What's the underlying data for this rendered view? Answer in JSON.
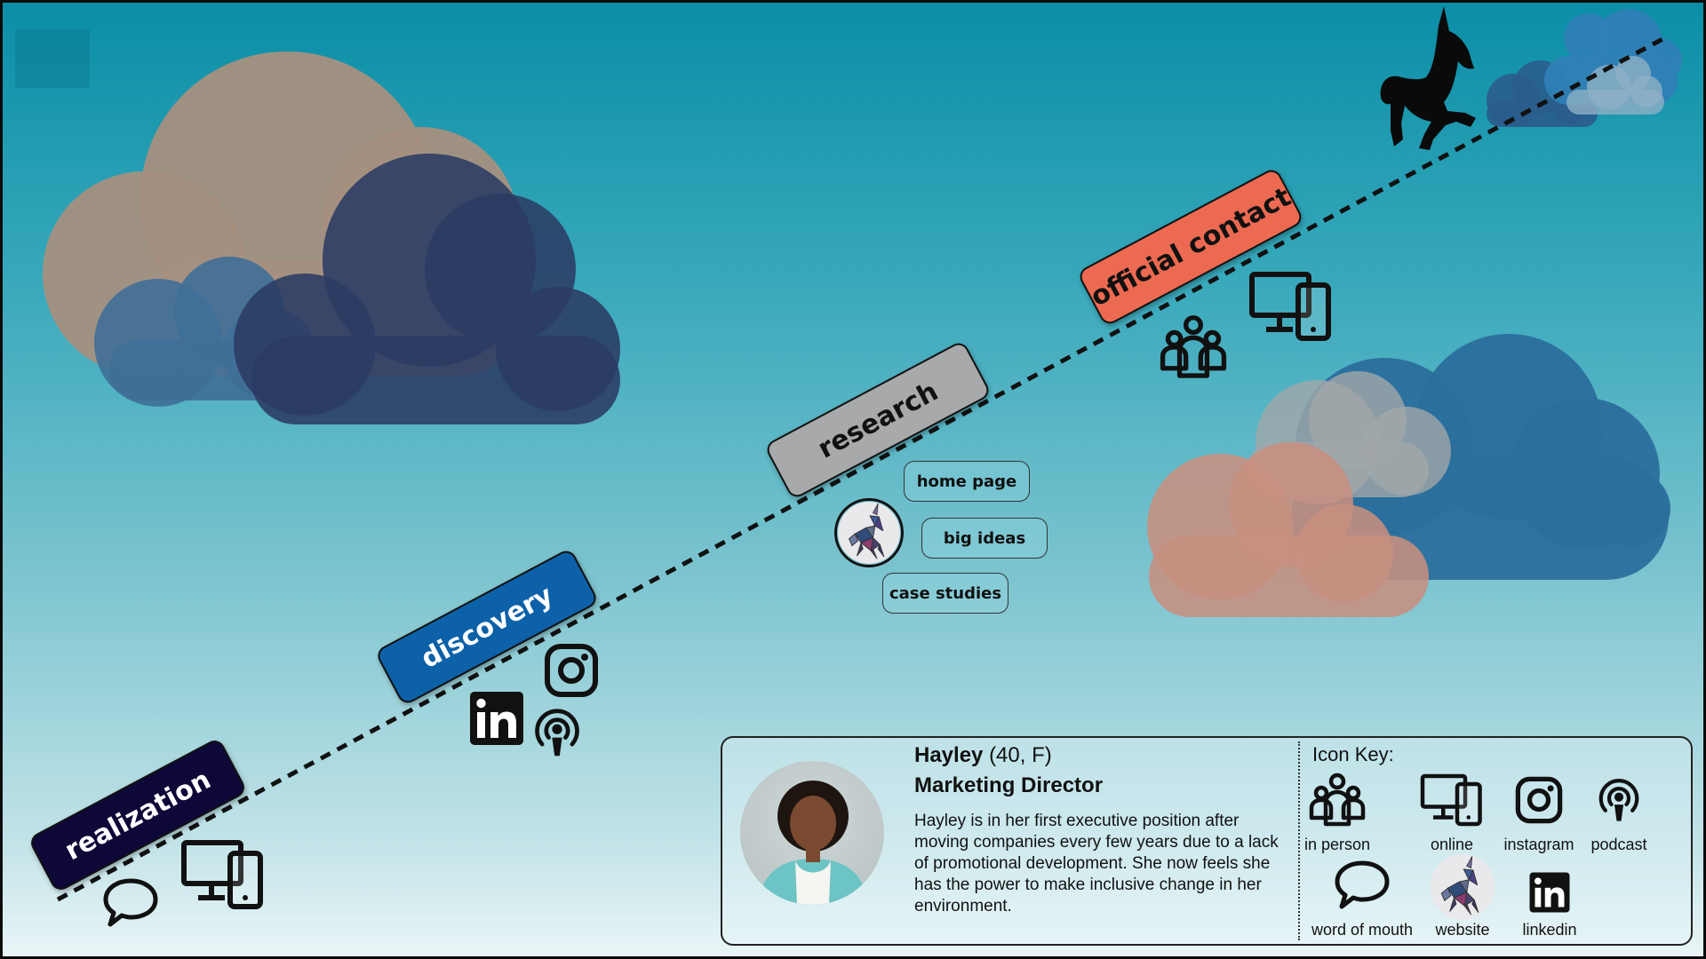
{
  "stages": {
    "realization": {
      "label": "realization",
      "color": "#0d0838"
    },
    "discovery": {
      "label": "discovery",
      "color": "#0c61a8"
    },
    "research": {
      "label": "research",
      "color": "#a8a9ab"
    },
    "official_contact": {
      "label": "official contact",
      "color": "#ec6a51"
    }
  },
  "research_links": [
    "home page",
    "big ideas",
    "case studies"
  ],
  "persona": {
    "name": "Hayley",
    "age_gender": "(40, F)",
    "role": "Marketing Director",
    "bio": "Hayley is in her first executive position after moving companies every few years due to a lack of promotional development. She now feels she has the power to make inclusive change in her environment."
  },
  "icon_key": {
    "title": "Icon Key:",
    "items": [
      {
        "icon": "people-icon",
        "label": "in person"
      },
      {
        "icon": "devices-icon",
        "label": "online"
      },
      {
        "icon": "instagram-icon",
        "label": "instagram"
      },
      {
        "icon": "podcast-icon",
        "label": "podcast"
      },
      {
        "icon": "speech-bubble-icon",
        "label": "word of mouth"
      },
      {
        "icon": "unicorn-logo-icon",
        "label": "website"
      },
      {
        "icon": "linkedin-icon",
        "label": "linkedin"
      }
    ]
  },
  "colors": {
    "background_top": "#0a8ea6",
    "background_bottom": "#e9f5f6",
    "path": "#111111"
  }
}
